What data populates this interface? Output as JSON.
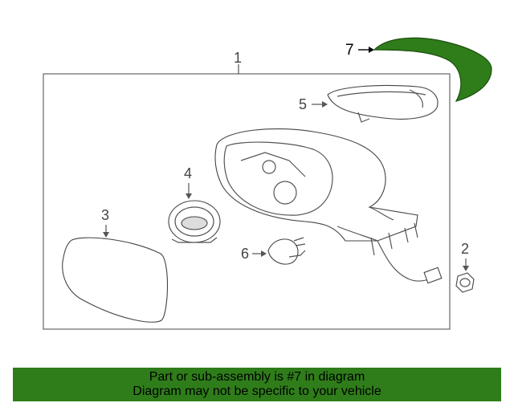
{
  "callouts": {
    "c1": "1",
    "c2": "2",
    "c3": "3",
    "c4": "4",
    "c5": "5",
    "c6": "6",
    "c7": "7"
  },
  "highlight_color": "#2f7d1a",
  "footer": {
    "line1": "Part or sub-assembly is #7 in diagram",
    "line2": "Diagram may not be specific to your vehicle"
  }
}
